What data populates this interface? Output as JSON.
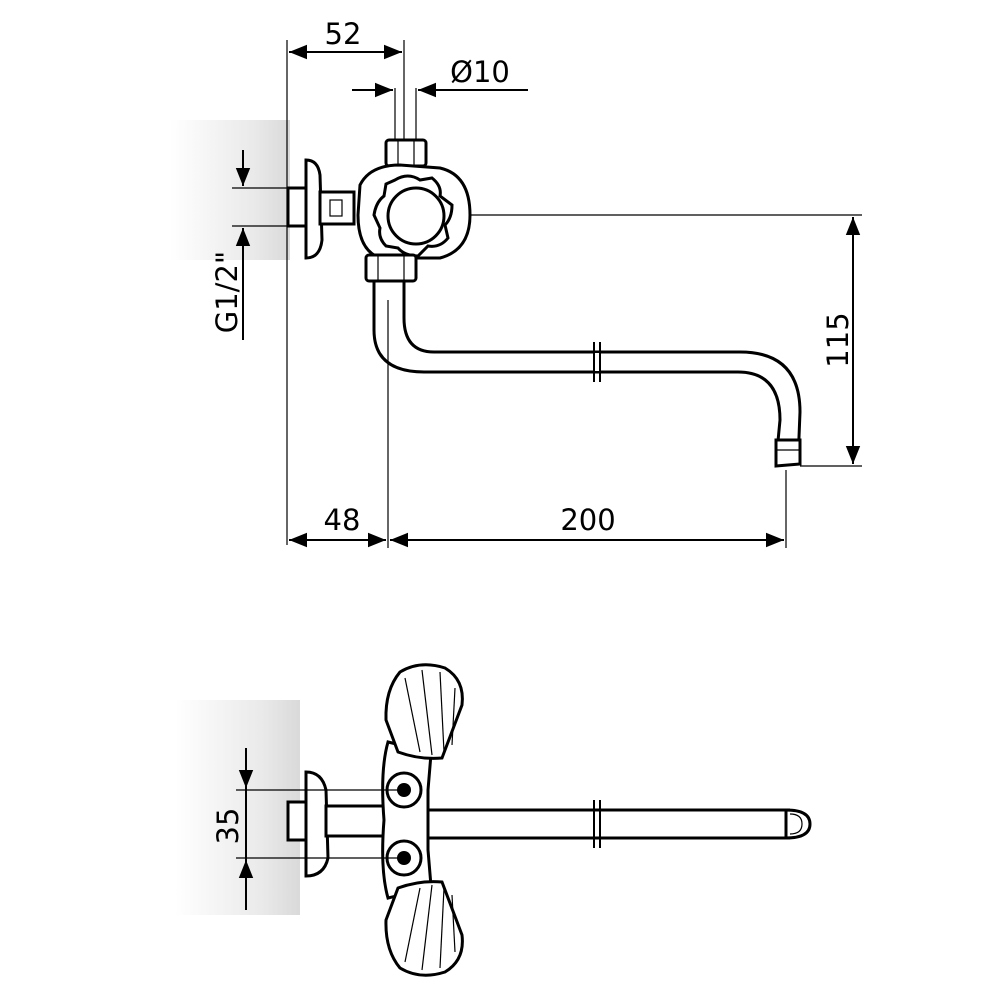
{
  "dimensions": {
    "top_width": "52",
    "pipe_diameter": "Ø10",
    "thread": "G1/2\"",
    "height": "115",
    "wall_offset": "48",
    "spout_length": "200",
    "bottom_width": "35"
  }
}
